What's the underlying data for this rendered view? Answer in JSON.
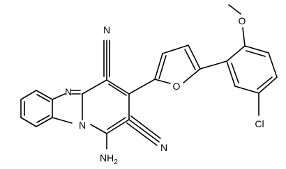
{
  "molecule": {
    "atoms": {
      "n_imine": "N",
      "n_bridge": "N",
      "o_furan": "O",
      "o_methoxy": "O",
      "cl": "Cl",
      "nh2": "NH",
      "nh2_sub": "2",
      "cn_top": "N",
      "cn_bottom": "N"
    }
  }
}
